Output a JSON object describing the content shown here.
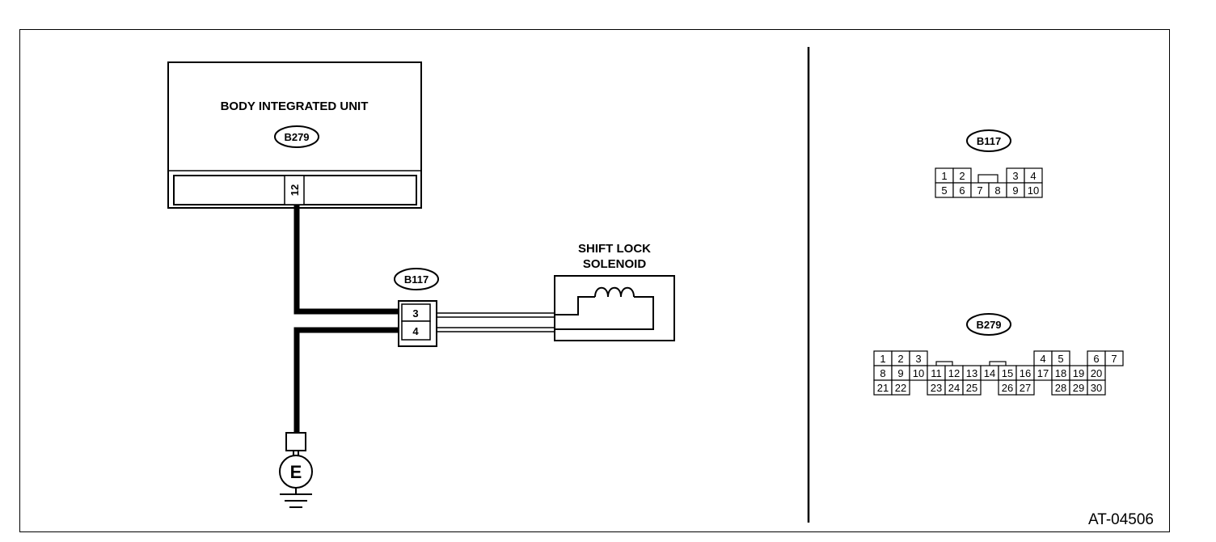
{
  "figure_id": "AT-04506",
  "body_unit": {
    "title": "BODY INTEGRATED UNIT",
    "connector": "B279",
    "pin": "12"
  },
  "harness_connector": {
    "id": "B117",
    "pins": [
      "3",
      "4"
    ]
  },
  "solenoid": {
    "title_line1": "SHIFT LOCK",
    "title_line2": "SOLENOID"
  },
  "ground": {
    "symbol": "E"
  },
  "connector_views": {
    "b117": {
      "id": "B117",
      "row1": [
        "1",
        "2",
        "",
        "",
        "3",
        "4"
      ],
      "row2": [
        "5",
        "6",
        "7",
        "8",
        "9",
        "10"
      ]
    },
    "b279": {
      "id": "B279",
      "row1": [
        "1",
        "2",
        "3",
        "",
        "",
        "",
        "",
        "",
        "",
        "4",
        "5",
        "",
        "6",
        "7"
      ],
      "row2": [
        "8",
        "9",
        "10",
        "11",
        "12",
        "13",
        "14",
        "15",
        "16",
        "17",
        "18",
        "19",
        "20"
      ],
      "row3": [
        "21",
        "22",
        "",
        "23",
        "24",
        "25",
        "",
        "26",
        "27",
        "",
        "28",
        "29",
        "30"
      ]
    }
  }
}
